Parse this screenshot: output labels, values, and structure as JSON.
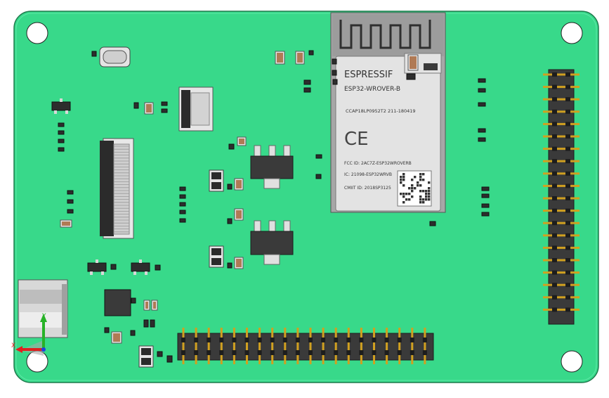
{
  "colors": {
    "board": "#38d98a",
    "board_edge": "#1f7a4d",
    "hole": "#ffffff",
    "module_shield": "#dcdcdc",
    "module_can": "#e2e2e2",
    "antenna_pcb": "#9a9a9a",
    "chip": "#3a3a3a",
    "header_body": "#3b3b3b",
    "pin": "#d0a020",
    "smd_dark": "#2d2d2d",
    "smd_cap": "#b07a55",
    "axis_x": "#e0201f",
    "axis_y": "#27b227",
    "axis_z": "#2040e0"
  },
  "module": {
    "brand": "ESPRESSIF",
    "model": "ESP32-WROVER-B",
    "cert_line": "CCAP18LP0952T2   211-180419",
    "ce_mark": "CE",
    "fcc": "FCC ID: 2AC7Z-ESP32WROVERB",
    "ic": "IC: 21098-ESP32WRVB",
    "cmiit": "CMIIT ID: 2018SP3125"
  },
  "axes": {
    "x_label": "X",
    "y_label": "Y"
  },
  "icons": {
    "axis_triad": "axis-triad-icon",
    "qr_code": "qr-code-icon"
  }
}
